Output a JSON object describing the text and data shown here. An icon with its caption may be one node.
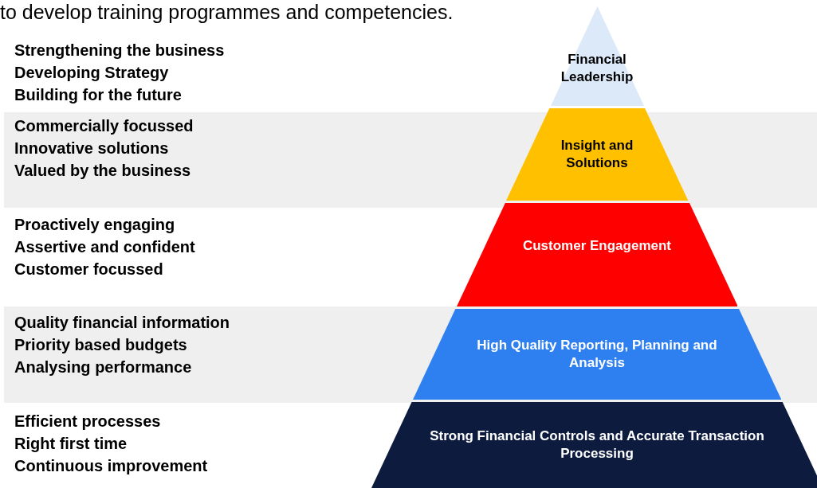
{
  "diagram": {
    "nodes": [
      {
        "text": [
          "Financial Leadership"
        ]
      },
      {
        "text": [
          "Insight and Solutions"
        ]
      },
      {
        "text": [
          "Customer Engagement"
        ]
      },
      {
        "text": [
          "High Quality Reporting, Planning and Analysis"
        ]
      },
      {
        "text": [
          "Strong Financial Controls and Accurate Transaction Processing"
        ]
      }
    ],
    "edges": [],
    "labels": [
      "to develop training programmes and competencies.",
      "Strengthening the business",
      "Developing Strategy",
      "Building for the future",
      "Commercially focussed",
      "Innovative solutions",
      "Valued by the business",
      "Proactively engaging",
      "Assertive and confident",
      "Customer focussed",
      "Quality financial information",
      "Priority based budgets",
      "Analysing performance",
      "Efficient processes",
      "Right first time",
      "Continuous improvement"
    ]
  }
}
